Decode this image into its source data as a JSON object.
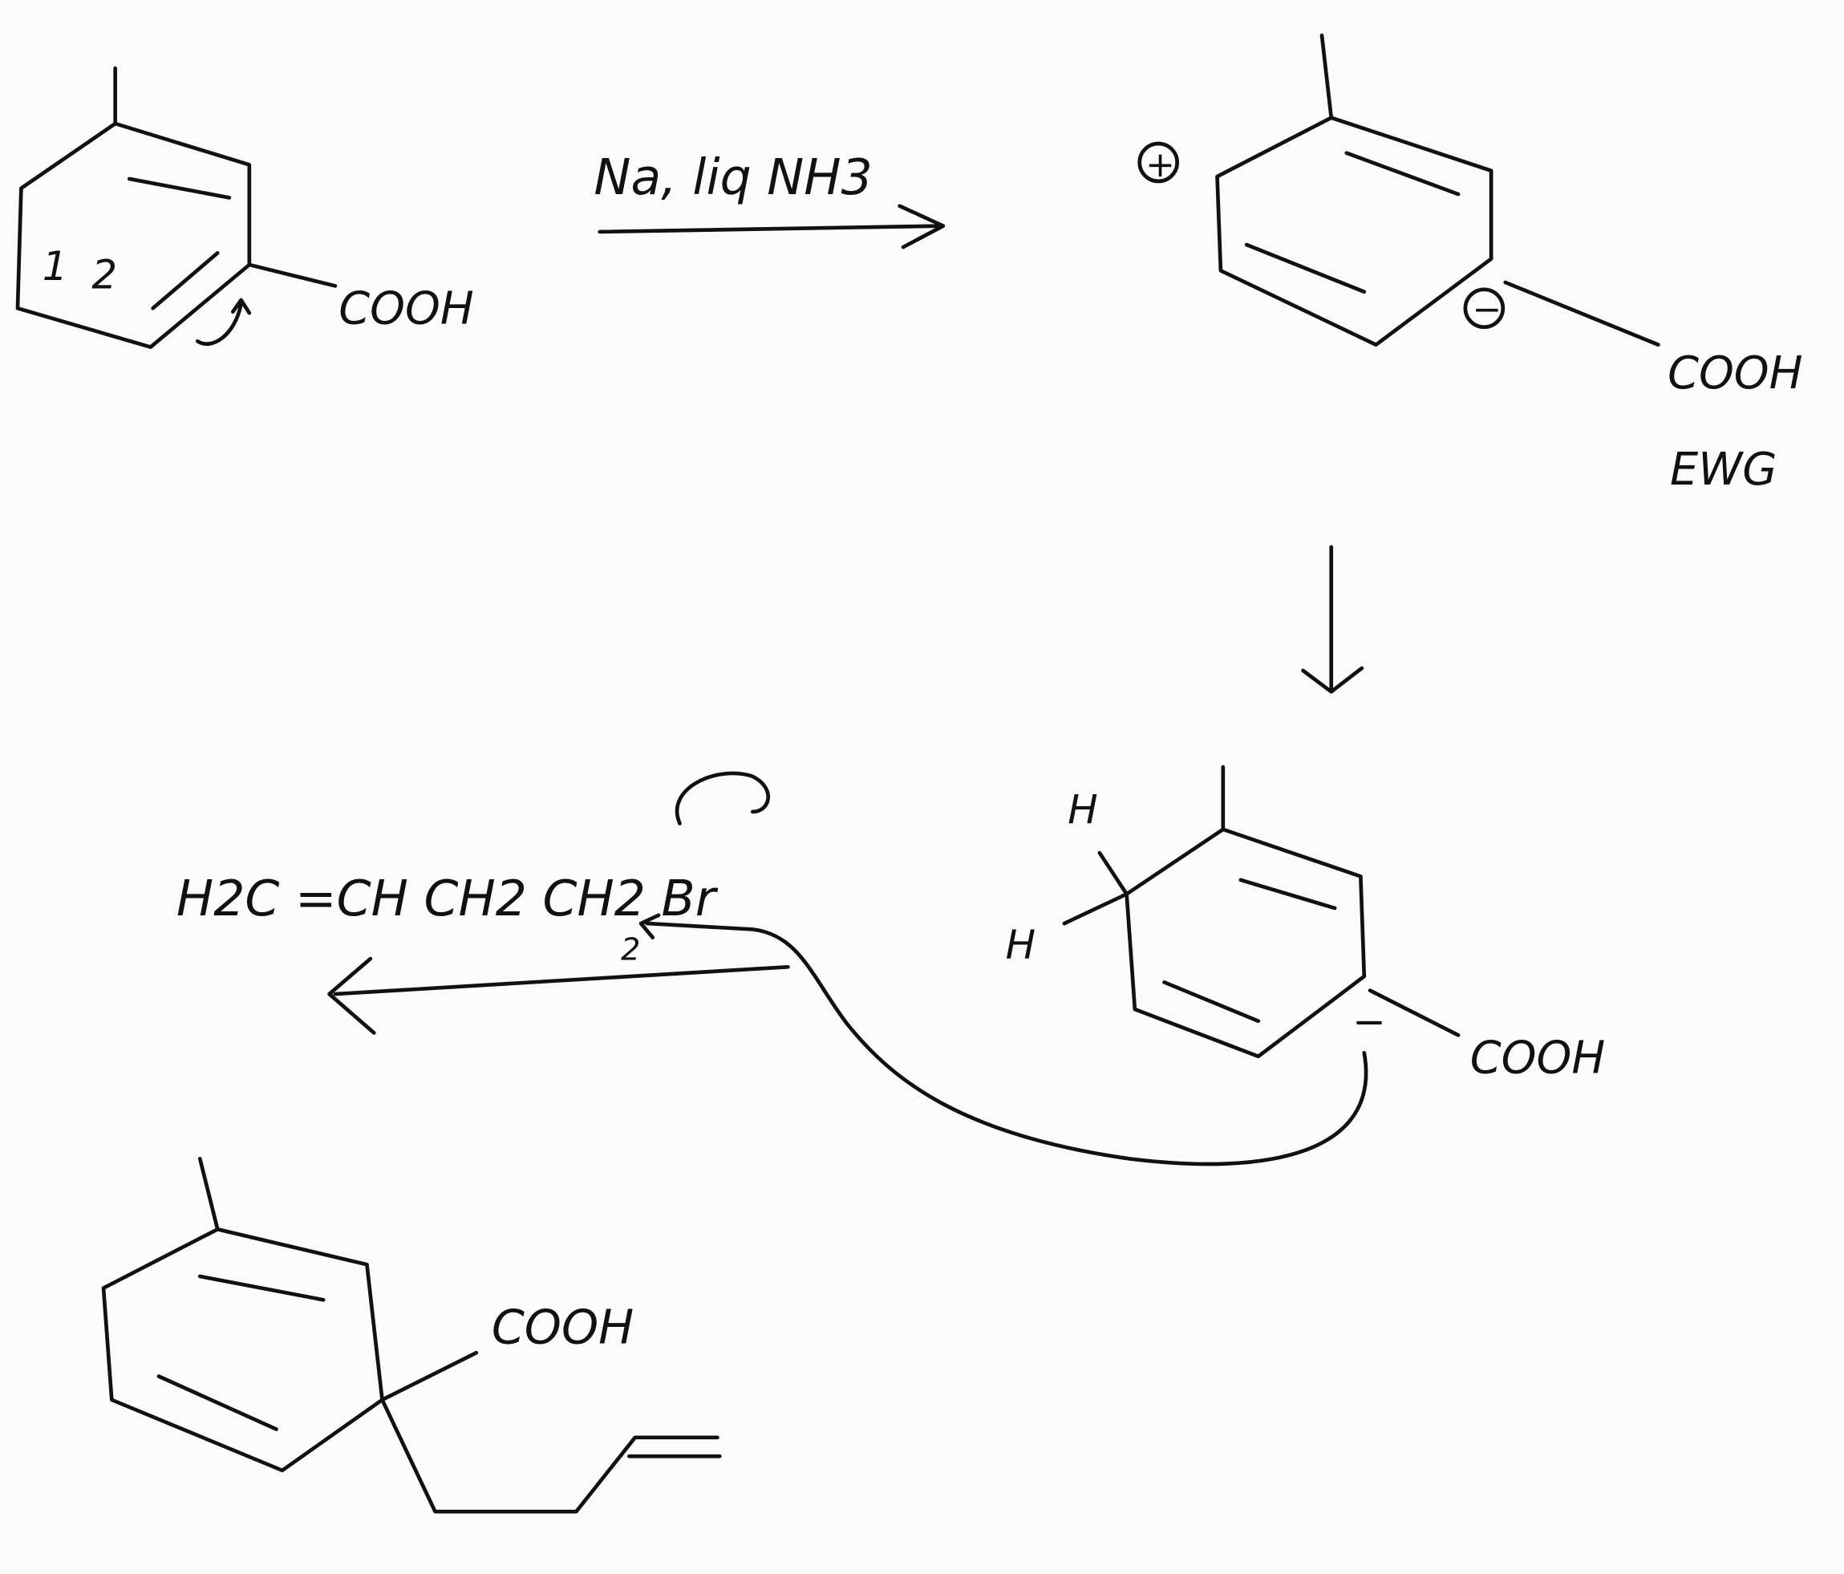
{
  "reaction": {
    "reagent": "Na, liq NH3",
    "start_material": {
      "substituent": "COOH",
      "ring_labels": [
        "1",
        "2"
      ]
    },
    "intermediate_radical_anion": {
      "substituent": "COOH",
      "note": "EWG",
      "plus": "+",
      "minus": "−"
    },
    "intermediate_anion": {
      "substituent": "COOH",
      "h1": "H",
      "h2": "H",
      "minus": "−"
    },
    "alkyl_halide": {
      "formula": "H2C =CH CH2 CH2 Br",
      "mark": "2"
    },
    "product": {
      "substituent": "COOH"
    }
  }
}
